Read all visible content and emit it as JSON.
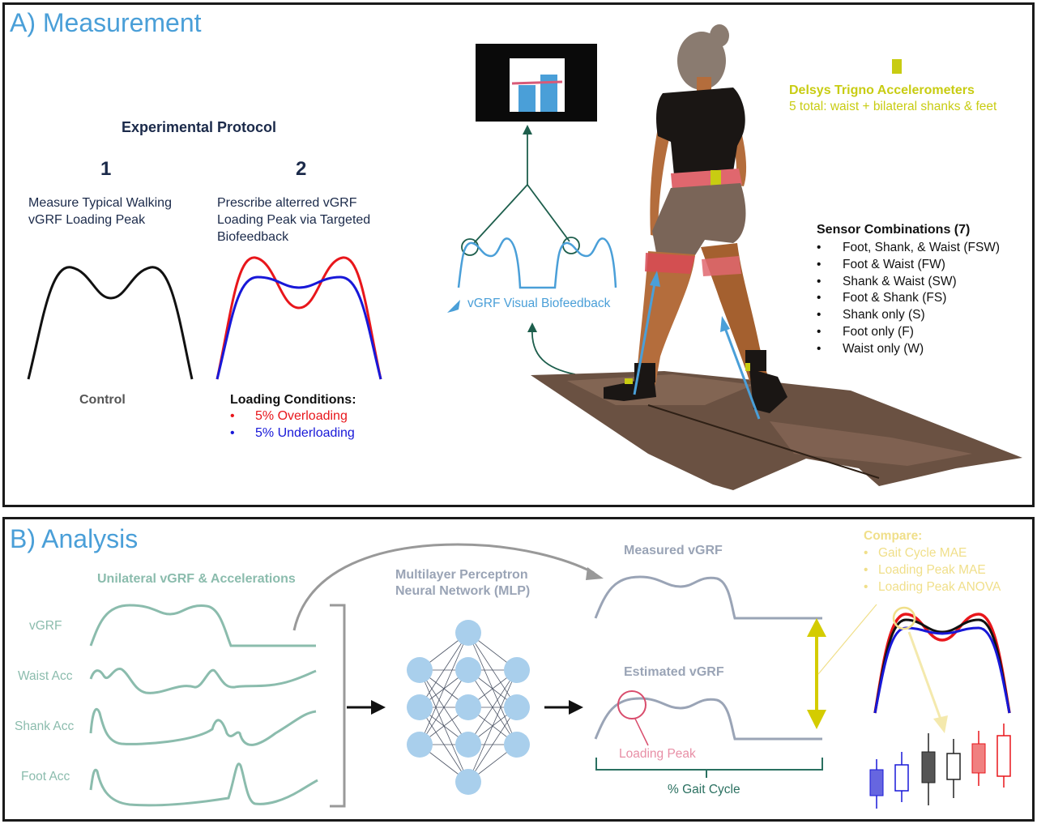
{
  "panel_a": {
    "title": "A) Measurement",
    "protocol": {
      "heading": "Experimental Protocol",
      "step1_number": "1",
      "step1_line1": "Measure Typical Walking",
      "step1_line2": "vGRF Loading Peak",
      "step2_number": "2",
      "step2_line1": "Prescribe alterred vGRF",
      "step2_line2": "Loading Peak via Targeted",
      "step2_line3": "Biofeedback",
      "control_label": "Control",
      "loading_heading": "Loading Conditions:",
      "bullet": "•",
      "overloading": "5% Overloading",
      "underloading": "5% Underloading"
    },
    "biofeedback_label": "vGRF Visual Biofeedback",
    "sensors": {
      "title": "Delsys Trigno Accelerometers",
      "subtitle": "5 total: waist + bilateral shanks & feet"
    },
    "combinations": {
      "heading": "Sensor Combinations (7)",
      "bullet": "•",
      "items": [
        "Foot, Shank, & Waist (FSW)",
        "Foot & Waist (FW)",
        "Shank & Waist (SW)",
        "Foot & Shank (FS)",
        "Shank only (S)",
        "Foot only (F)",
        "Waist only (W)"
      ]
    }
  },
  "panel_b": {
    "title": "B) Analysis",
    "inputs_heading": "Unilateral vGRF & Accelerations",
    "signals": [
      "vGRF",
      "Waist Acc",
      "Shank Acc",
      "Foot Acc"
    ],
    "mlp_line1": "Multilayer Perceptron",
    "mlp_line2": "Neural Network (MLP)",
    "measured": "Measured vGRF",
    "estimated": "Estimated vGRF",
    "loading_peak": "Loading Peak",
    "gait_cycle": "% Gait Cycle",
    "compare": {
      "heading": "Compare:",
      "bullet": "•",
      "items": [
        "Gait Cycle MAE",
        "Loading Peak MAE",
        "Loading Peak ANOVA"
      ]
    }
  },
  "colors": {
    "title_blue": "#4a9fd8",
    "navy": "#1b2a4a",
    "overload_red": "#e8161b",
    "underload_blue": "#1818d8",
    "sensor_yellow": "#c8cc12",
    "teal": "#8bbcad",
    "feedback_green": "#1d5e4c",
    "node_blue": "#a9cfec"
  }
}
